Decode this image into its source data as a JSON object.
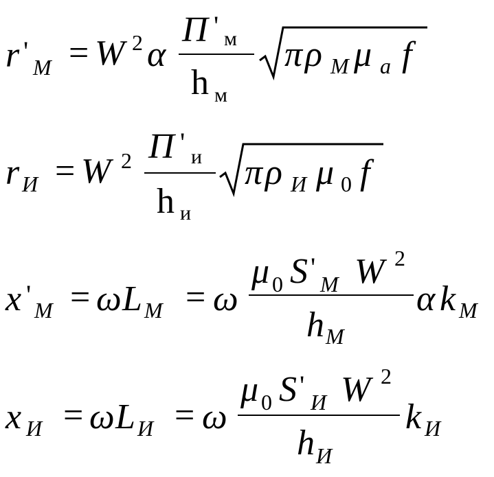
{
  "formulas": [
    {
      "lhs_symbol": "r",
      "lhs_prime": "'",
      "lhs_sub": "М",
      "eq1": "=",
      "coef_W": "W",
      "coef_exp": "2",
      "coef_alpha": "α",
      "num_main": "П",
      "num_prime": "'",
      "num_sub": "м",
      "den_main": "h",
      "den_sub": "м",
      "rad_pi": "π",
      "rad_rho": "ρ",
      "rad_rho_sub": "М",
      "rad_mu": "μ",
      "rad_mu_sub": "a",
      "rad_f": "f"
    },
    {
      "lhs_symbol": "r",
      "lhs_sub": "И",
      "eq1": "=",
      "coef_W": "W",
      "coef_exp": "2",
      "num_main": "П",
      "num_prime": "'",
      "num_sub": "и",
      "den_main": "h",
      "den_sub": "и",
      "rad_pi": "π",
      "rad_rho": "ρ",
      "rad_rho_sub": "И",
      "rad_mu": "μ",
      "rad_mu_sub": "0",
      "rad_f": "f"
    },
    {
      "lhs_symbol": "x",
      "lhs_prime": "'",
      "lhs_sub": "М",
      "eq1": "=",
      "omega1": "ω",
      "L": "L",
      "L_sub": "М",
      "eq2": "=",
      "omega2": "ω",
      "num_mu": "μ",
      "num_mu_sub": "0",
      "num_S": "S",
      "num_S_prime": "'",
      "num_S_sub": "М",
      "num_W": "W",
      "num_W_exp": "2",
      "den_h": "h",
      "den_h_sub": "М",
      "tail_alpha": "α",
      "tail_k": "k",
      "tail_k_sub": "М"
    },
    {
      "lhs_symbol": "x",
      "lhs_sub": "И",
      "eq1": "=",
      "omega1": "ω",
      "L": "L",
      "L_sub": "И",
      "eq2": "=",
      "omega2": "ω",
      "num_mu": "μ",
      "num_mu_sub": "0",
      "num_S": "S",
      "num_S_prime": "'",
      "num_S_sub": "И",
      "num_W": "W",
      "num_W_exp": "2",
      "den_h": "h",
      "den_h_sub": "И",
      "tail_k": "k",
      "tail_k_sub": "И"
    }
  ]
}
